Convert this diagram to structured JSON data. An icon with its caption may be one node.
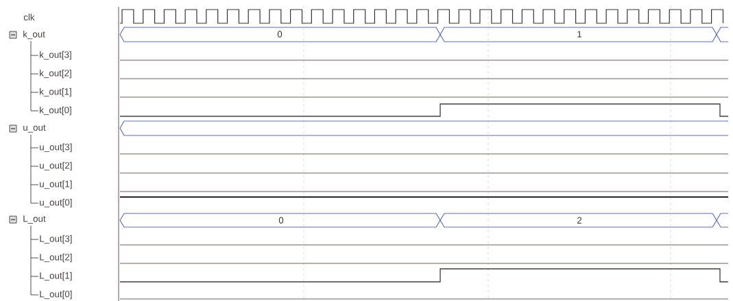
{
  "diagram": {
    "labels": [
      "clk",
      "k_out",
      "0",
      "1",
      "k_out[3]",
      "k_out[2]",
      "k_out[1]",
      "k_out[0]",
      "u_out",
      "u_out[3]",
      "u_out[2]",
      "u_out[1]",
      "u_out[0]",
      "L_out",
      "0",
      "2",
      "L_out[3]",
      "L_out[2]",
      "L_out[1]",
      "L_out[0]"
    ]
  }
}
